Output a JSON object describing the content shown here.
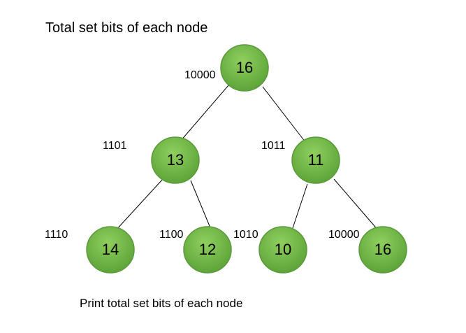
{
  "title": "Total set bits of each node",
  "caption": "Print total set bits  of each node",
  "colors": {
    "node_fill_light": "#8fcf5e",
    "node_fill_dark": "#5ea43a",
    "edge": "#000000"
  },
  "tree": {
    "root": {
      "value": "16",
      "binary": "10000"
    },
    "left": {
      "value": "13",
      "binary": "1101"
    },
    "right": {
      "value": "11",
      "binary": "1011"
    },
    "left_left": {
      "value": "14",
      "binary": "1110"
    },
    "left_right": {
      "value": "12",
      "binary": "1100"
    },
    "right_left": {
      "value": "10",
      "binary": "1010"
    },
    "right_right": {
      "value": "16",
      "binary": "10000"
    }
  }
}
